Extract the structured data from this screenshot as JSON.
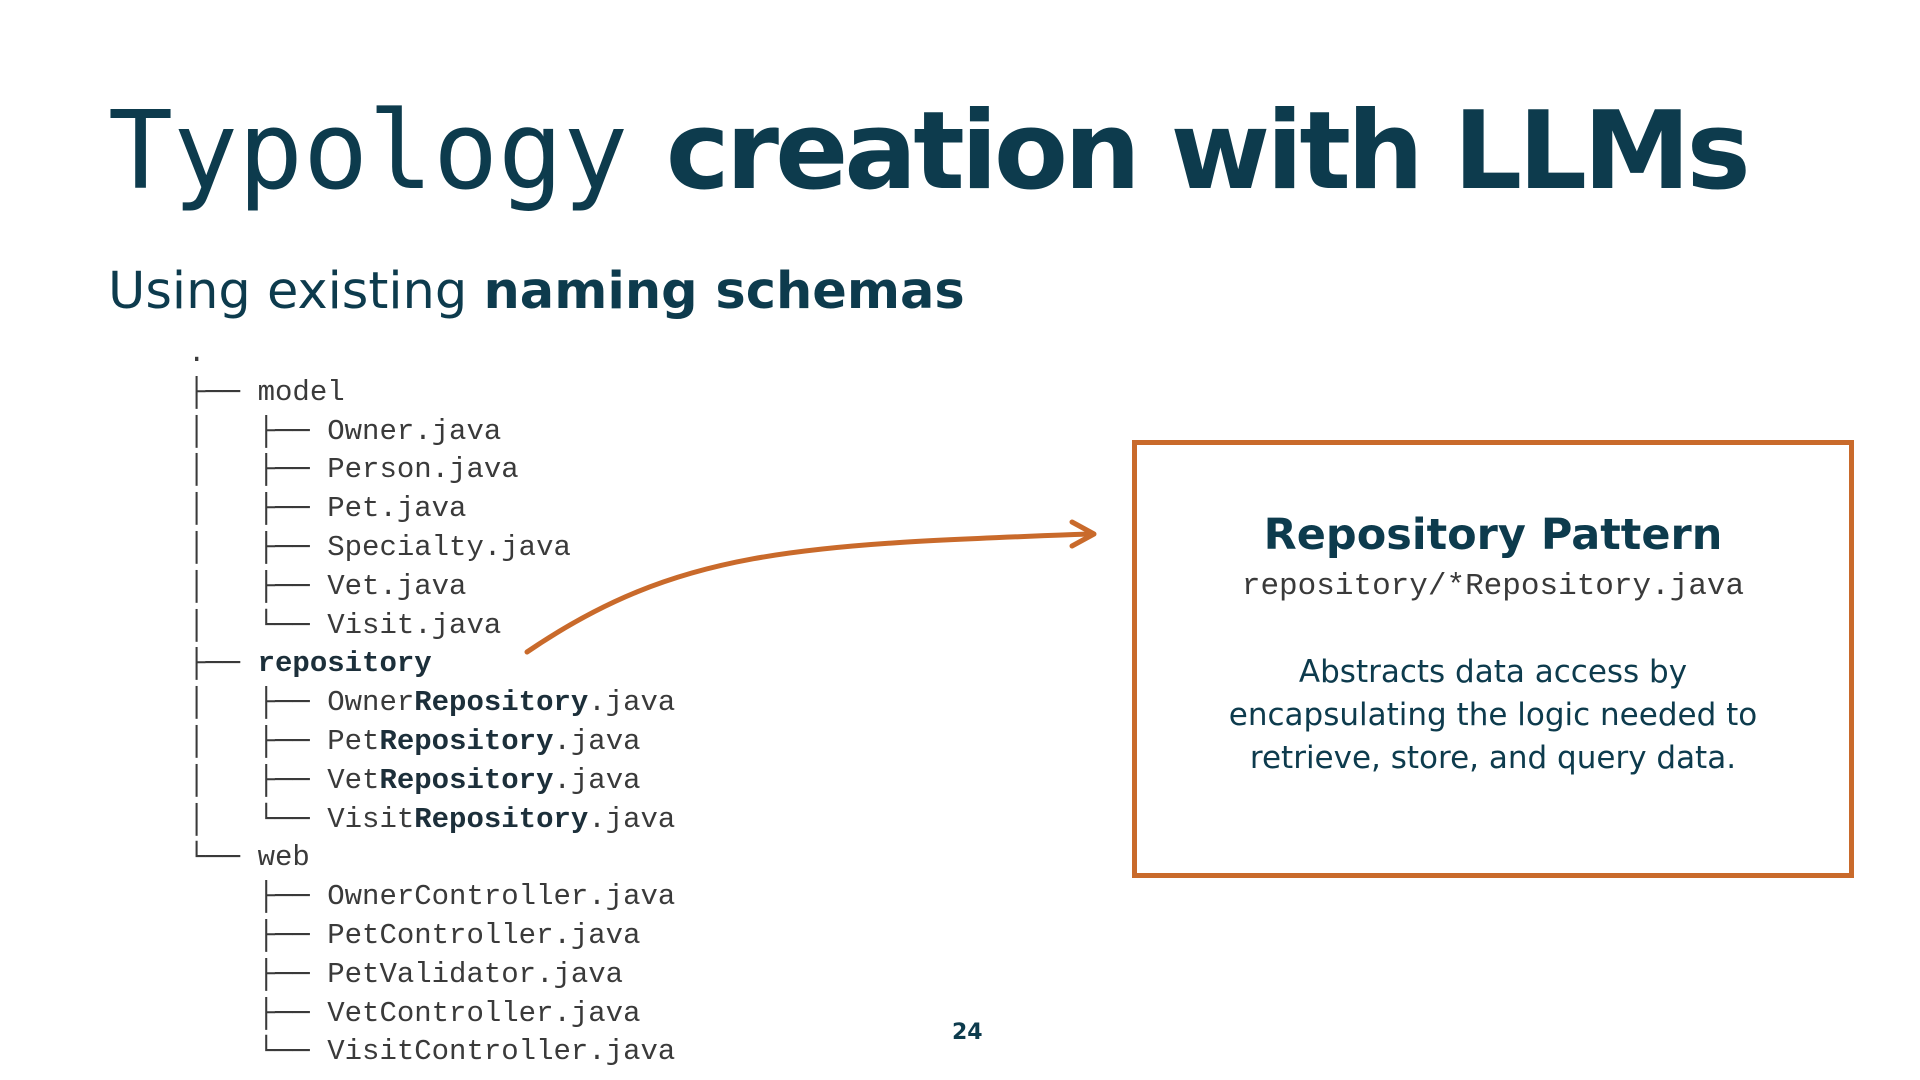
{
  "slide": {
    "title_mono": "Typology",
    "title_bold": "creation with LLMs",
    "subtitle_normal": "Using existing",
    "subtitle_bold": "naming schemas",
    "page_number": "24"
  },
  "tree": [
    {
      "prefix": ".",
      "name": "",
      "bold": "",
      "suffix": ""
    },
    {
      "prefix": "├── ",
      "name": "model",
      "bold": "",
      "suffix": ""
    },
    {
      "prefix": "│   ├── ",
      "name": "Owner.java",
      "bold": "",
      "suffix": ""
    },
    {
      "prefix": "│   ├── ",
      "name": "Person.java",
      "bold": "",
      "suffix": ""
    },
    {
      "prefix": "│   ├── ",
      "name": "Pet.java",
      "bold": "",
      "suffix": ""
    },
    {
      "prefix": "│   ├── ",
      "name": "Specialty.java",
      "bold": "",
      "suffix": ""
    },
    {
      "prefix": "│   ├── ",
      "name": "Vet.java",
      "bold": "",
      "suffix": ""
    },
    {
      "prefix": "│   └── ",
      "name": "Visit.java",
      "bold": "",
      "suffix": ""
    },
    {
      "prefix": "├── ",
      "name": "",
      "bold": "repository",
      "suffix": ""
    },
    {
      "prefix": "│   ├── ",
      "name": "Owner",
      "bold": "Repository",
      "suffix": ".java"
    },
    {
      "prefix": "│   ├── ",
      "name": "Pet",
      "bold": "Repository",
      "suffix": ".java"
    },
    {
      "prefix": "│   ├── ",
      "name": "Vet",
      "bold": "Repository",
      "suffix": ".java"
    },
    {
      "prefix": "│   └── ",
      "name": "Visit",
      "bold": "Repository",
      "suffix": ".java"
    },
    {
      "prefix": "└── ",
      "name": "web",
      "bold": "",
      "suffix": ""
    },
    {
      "prefix": "    ├── ",
      "name": "OwnerController.java",
      "bold": "",
      "suffix": ""
    },
    {
      "prefix": "    ├── ",
      "name": "PetController.java",
      "bold": "",
      "suffix": ""
    },
    {
      "prefix": "    ├── ",
      "name": "PetValidator.java",
      "bold": "",
      "suffix": ""
    },
    {
      "prefix": "    ├── ",
      "name": "VetController.java",
      "bold": "",
      "suffix": ""
    },
    {
      "prefix": "    └── ",
      "name": "VisitController.java",
      "bold": "",
      "suffix": ""
    }
  ],
  "callout": {
    "title": "Repository Pattern",
    "path": "repository/*Repository.java",
    "description_lines": [
      "Abstracts data access by",
      "encapsulating the logic needed to",
      "retrieve, store, and query data."
    ]
  },
  "colors": {
    "primary": "#0d3b4d",
    "accent": "#c96a2b",
    "code": "#3a3a3a"
  }
}
